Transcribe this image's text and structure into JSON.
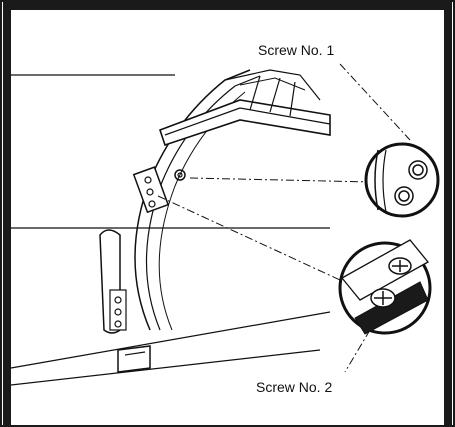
{
  "callouts": {
    "screw_1": "Screw No. 1",
    "screw_2": "Screw No. 2"
  },
  "colors": {
    "line": "#111111",
    "background": "#ffffff",
    "frame": "#1a1a1a"
  },
  "icons": [
    "screw-head-icon",
    "magnifier-circle"
  ]
}
